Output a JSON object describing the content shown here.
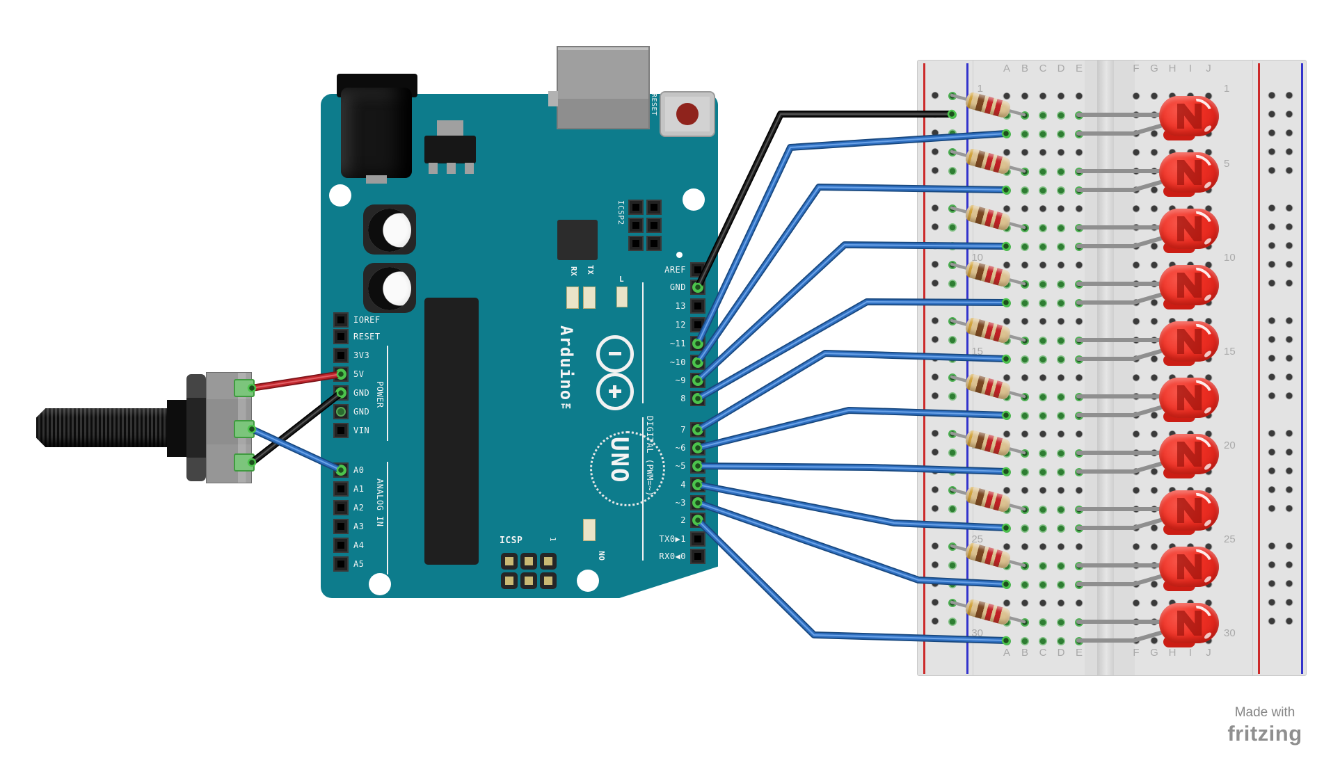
{
  "colors": {
    "board_teal": "#0d7c8c",
    "breadboard": "#e3e3e3",
    "rail_red_line": "#cc2a2a",
    "rail_blue_line": "#3333cc",
    "wire_blue": "#2f6fc0",
    "wire_blue_dark": "#17477e",
    "wire_blue_light": "#6ba3e8",
    "wire_red": "#c0272d",
    "wire_red_dark": "#7c1218",
    "wire_red_light": "#e06066",
    "wire_black": "#1f1f1f",
    "wire_black_dark": "#000000",
    "wire_black_light": "#555555",
    "connection_green": "#4cc44c",
    "led_red": "#ee2f23",
    "resistor_body": "#dcc291",
    "lead_gray": "#989898"
  },
  "arduino": {
    "brand": "Arduino™",
    "model": "UNO",
    "labels": {
      "reset_button": "RESET",
      "icsp2": "ICSP2",
      "icsp": "ICSP",
      "icsp_pin1": "1",
      "tx": "TX",
      "rx": "RX",
      "builtin_led": "L",
      "power_led": "ON",
      "power_section": "POWER",
      "analog_section": "ANALOG IN",
      "digital_section": "DIGITAL (PWM=~)"
    },
    "power_pins": [
      {
        "label": "IOREF",
        "connection": null
      },
      {
        "label": "RESET",
        "connection": null
      },
      {
        "label": "3V3",
        "connection": null
      },
      {
        "label": "5V",
        "connection": "wire"
      },
      {
        "label": "GND",
        "connection": "wire"
      },
      {
        "label": "GND",
        "connection": "net"
      },
      {
        "label": "VIN",
        "connection": null
      }
    ],
    "analog_pins": [
      {
        "label": "A0",
        "connection": "wire"
      },
      {
        "label": "A1",
        "connection": null
      },
      {
        "label": "A2",
        "connection": null
      },
      {
        "label": "A3",
        "connection": null
      },
      {
        "label": "A4",
        "connection": null
      },
      {
        "label": "A5",
        "connection": null
      }
    ],
    "digital_pins": [
      {
        "label": "AREF",
        "connection": null
      },
      {
        "label": "GND",
        "connection": "wire"
      },
      {
        "label": "13",
        "connection": null
      },
      {
        "label": "12",
        "connection": null
      },
      {
        "label": "~11",
        "connection": "wire"
      },
      {
        "label": "~10",
        "connection": "wire"
      },
      {
        "label": "~9",
        "connection": "wire"
      },
      {
        "label": "8",
        "connection": "wire"
      },
      {
        "label": "7",
        "connection": "wire"
      },
      {
        "label": "~6",
        "connection": "wire"
      },
      {
        "label": "~5",
        "connection": "wire"
      },
      {
        "label": "4",
        "connection": "wire"
      },
      {
        "label": "~3",
        "connection": "wire"
      },
      {
        "label": "2",
        "connection": "wire"
      },
      {
        "label": "TX0▶1",
        "connection": null
      },
      {
        "label": "RX0◀0",
        "connection": null
      }
    ]
  },
  "breadboard": {
    "left_columns": [
      "A",
      "B",
      "C",
      "D",
      "E"
    ],
    "right_columns": [
      "F",
      "G",
      "H",
      "I",
      "J"
    ],
    "rows": 30,
    "numbered_rows": [
      1,
      5,
      10,
      15,
      20,
      25,
      30
    ]
  },
  "potentiometer": {
    "terminals": [
      {
        "wire": "red",
        "connects_to": "Arduino 5V"
      },
      {
        "wire": "blue",
        "connects_to": "Arduino A0"
      },
      {
        "wire": "black",
        "connects_to": "Arduino GND"
      }
    ]
  },
  "resistors": {
    "count": 10,
    "bands": [
      "gold",
      "brown",
      "red",
      "red"
    ]
  },
  "leds": [
    {
      "index": 1,
      "color": "red",
      "arduino_pin": "11",
      "cathode_row": 2,
      "anode_row": 3
    },
    {
      "index": 2,
      "color": "red",
      "arduino_pin": "10",
      "cathode_row": 5,
      "anode_row": 6
    },
    {
      "index": 3,
      "color": "red",
      "arduino_pin": "9",
      "cathode_row": 8,
      "anode_row": 9
    },
    {
      "index": 4,
      "color": "red",
      "arduino_pin": "8",
      "cathode_row": 11,
      "anode_row": 12
    },
    {
      "index": 5,
      "color": "red",
      "arduino_pin": "7",
      "cathode_row": 14,
      "anode_row": 15
    },
    {
      "index": 6,
      "color": "red",
      "arduino_pin": "6",
      "cathode_row": 17,
      "anode_row": 18
    },
    {
      "index": 7,
      "color": "red",
      "arduino_pin": "5",
      "cathode_row": 20,
      "anode_row": 21
    },
    {
      "index": 8,
      "color": "red",
      "arduino_pin": "4",
      "cathode_row": 23,
      "anode_row": 24
    },
    {
      "index": 9,
      "color": "red",
      "arduino_pin": "3",
      "cathode_row": 26,
      "anode_row": 27
    },
    {
      "index": 10,
      "color": "red",
      "arduino_pin": "2",
      "cathode_row": 29,
      "anode_row": 30
    }
  ],
  "wires": [
    {
      "color": "red",
      "from": "potentiometer terminal 1",
      "to": "Arduino 5V"
    },
    {
      "color": "blue",
      "from": "potentiometer terminal 2 (wiper)",
      "to": "Arduino A0"
    },
    {
      "color": "black",
      "from": "potentiometer terminal 3",
      "to": "Arduino GND"
    },
    {
      "color": "black",
      "from": "Arduino GND (digital side)",
      "to": "breadboard left negative rail"
    },
    {
      "color": "blue",
      "from": "Arduino pin 11",
      "to": "breadboard row 3 (LED 1)"
    },
    {
      "color": "blue",
      "from": "Arduino pin 10",
      "to": "breadboard row 6 (LED 2)"
    },
    {
      "color": "blue",
      "from": "Arduino pin 9",
      "to": "breadboard row 9 (LED 3)"
    },
    {
      "color": "blue",
      "from": "Arduino pin 8",
      "to": "breadboard row 12 (LED 4)"
    },
    {
      "color": "blue",
      "from": "Arduino pin 7",
      "to": "breadboard row 15 (LED 5)"
    },
    {
      "color": "blue",
      "from": "Arduino pin 6",
      "to": "breadboard row 18 (LED 6)"
    },
    {
      "color": "blue",
      "from": "Arduino pin 5",
      "to": "breadboard row 21 (LED 7)"
    },
    {
      "color": "blue",
      "from": "Arduino pin 4",
      "to": "breadboard row 24 (LED 8)"
    },
    {
      "color": "blue",
      "from": "Arduino pin 3",
      "to": "breadboard row 27 (LED 9)"
    },
    {
      "color": "blue",
      "from": "Arduino pin 2",
      "to": "breadboard row 30 (LED 10)"
    }
  ],
  "credit": {
    "line1": "Made with",
    "line2": "fritzing"
  }
}
